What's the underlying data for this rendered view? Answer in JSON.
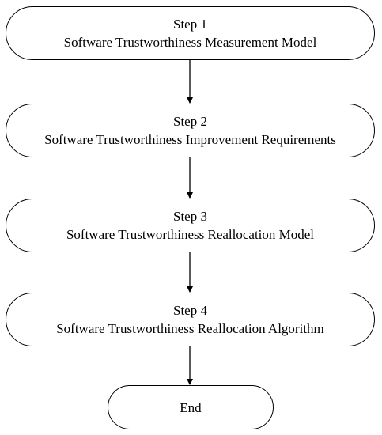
{
  "steps": [
    {
      "number": "Step 1",
      "title": "Software Trustworthiness Measurement Model"
    },
    {
      "number": "Step 2",
      "title": "Software Trustworthiness Improvement Requirements"
    },
    {
      "number": "Step 3",
      "title": "Software Trustworthiness Reallocation Model"
    },
    {
      "number": "Step 4",
      "title": "Software Trustworthiness Reallocation Algorithm"
    }
  ],
  "end": {
    "label": "End"
  },
  "colors": {
    "stroke": "#000000",
    "background": "#ffffff"
  }
}
